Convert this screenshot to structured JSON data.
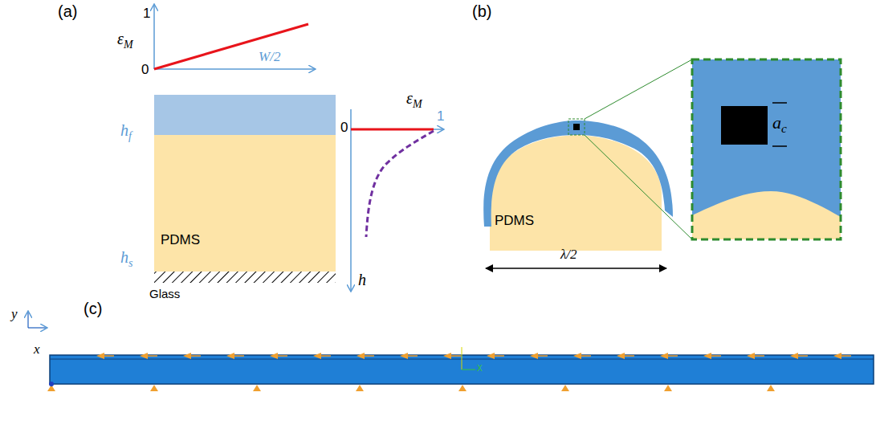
{
  "diagram": {
    "nodes": [
      {
        "text": [
          "PDMS"
        ]
      },
      {
        "text": [
          "PDMS"
        ]
      }
    ],
    "labels": [
      "(a)",
      "1",
      "εM",
      "0",
      "W/2",
      "hf",
      "hs",
      "Glass",
      "0",
      "εM",
      "1",
      "h",
      "(b)",
      "λ/2",
      "ac",
      "(c)",
      "y",
      "x",
      "X"
    ]
  }
}
